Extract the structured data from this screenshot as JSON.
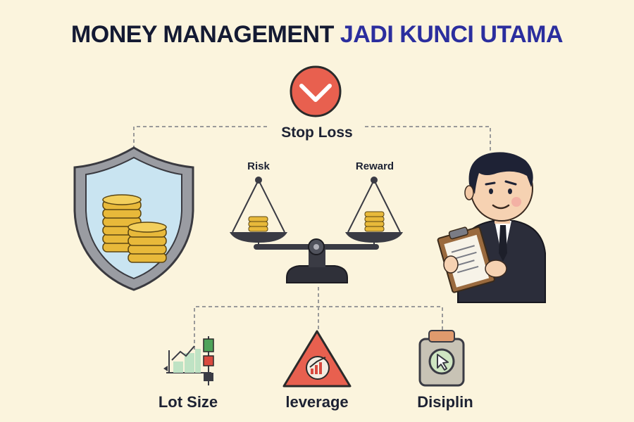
{
  "header": {
    "title_part1": "MONEY MANAGEMENT ",
    "title_part2": "JADI KUNCI UTAMA"
  },
  "diagram": {
    "top_node": {
      "label": "Stop Loss",
      "icon": "chevron-down-icon"
    },
    "scale": {
      "left_label": "Risk",
      "right_label": "Reward"
    },
    "left_visual": "shield-coins-icon",
    "right_visual": "businessman-clipboard-icon",
    "bottom_nodes": [
      {
        "label": "Lot Size",
        "icon": "chart-candlestick-icon"
      },
      {
        "label": "leverage",
        "icon": "triangle-chart-icon"
      },
      {
        "label": "Disiplin",
        "icon": "clipboard-pointer-icon"
      }
    ]
  },
  "colors": {
    "background": "#fbf4dd",
    "title_dark": "#141a33",
    "title_accent": "#2b2e9e",
    "stop_loss_red": "#e8604f",
    "coin_gold": "#e8b93a",
    "shield_gray": "#8f9196",
    "suit_dark": "#2b2d3a"
  }
}
